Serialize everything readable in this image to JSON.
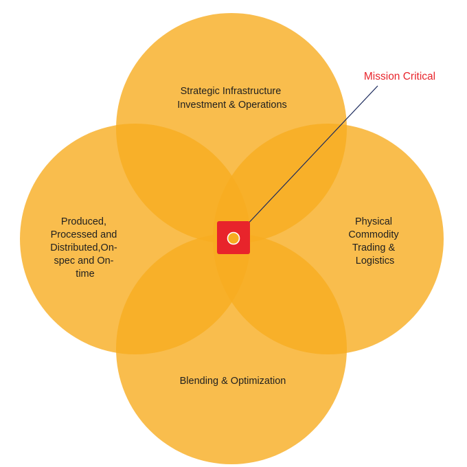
{
  "colors": {
    "circle_fill": "#f7ad20",
    "center_square": "#e8242b",
    "center_dot": "#f7ad20",
    "callout_text": "#e8242b",
    "callout_line": "#1b2a5c"
  },
  "circles": {
    "top": {
      "label_lines": [
        "Strategic Infrastructure",
        "Investment & Operations"
      ]
    },
    "left": {
      "label_lines": [
        "Produced,",
        "Processed and",
        "Distributed,On-",
        "spec and On-",
        "time"
      ]
    },
    "right": {
      "label_lines": [
        "Physical",
        "Commodity",
        "Trading &",
        "Logistics"
      ]
    },
    "bottom": {
      "label_lines": [
        "Blending & Optimization"
      ]
    }
  },
  "callout": {
    "label": "Mission Critical"
  }
}
